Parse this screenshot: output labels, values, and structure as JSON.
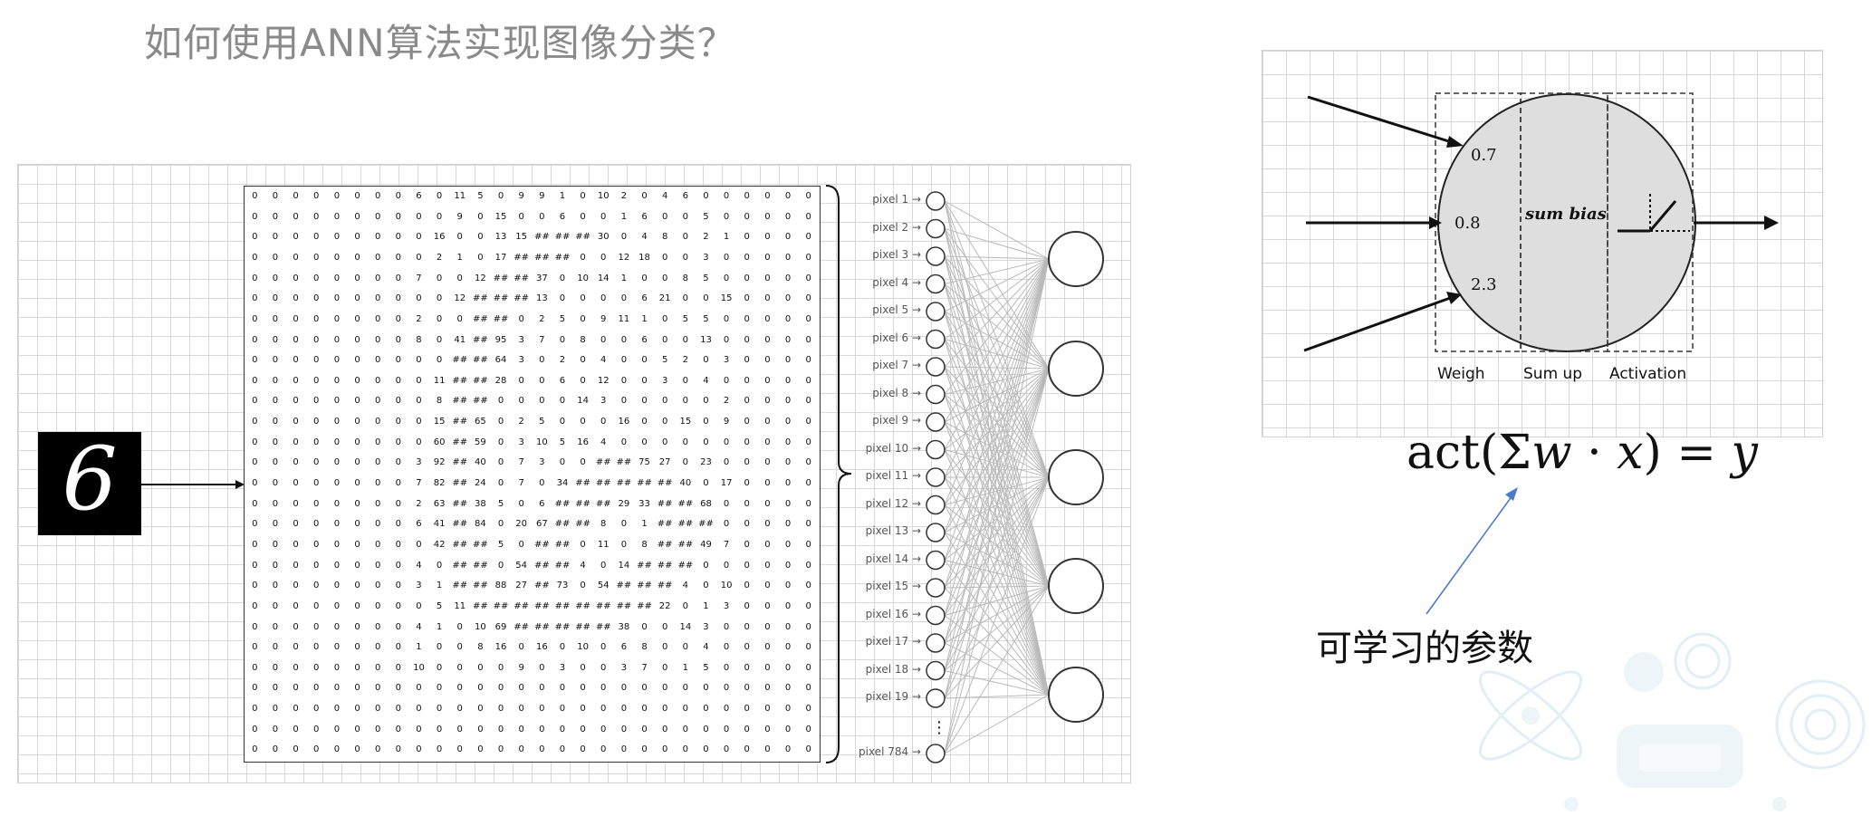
{
  "title": "如何使用ANN算法实现图像分类？",
  "digit_label": "6",
  "matrix_rows": [
    [
      "0",
      "0",
      "0",
      "0",
      "0",
      "0",
      "0",
      "0",
      "6",
      "0",
      "11",
      "5",
      "0",
      "9",
      "9",
      "1",
      "0",
      "10",
      "2",
      "0",
      "4",
      "6",
      "0",
      "0",
      "0",
      "0",
      "0",
      "0"
    ],
    [
      "0",
      "0",
      "0",
      "0",
      "0",
      "0",
      "0",
      "0",
      "0",
      "0",
      "9",
      "0",
      "15",
      "0",
      "0",
      "6",
      "0",
      "0",
      "1",
      "6",
      "0",
      "0",
      "5",
      "0",
      "0",
      "0",
      "0",
      "0"
    ],
    [
      "0",
      "0",
      "0",
      "0",
      "0",
      "0",
      "0",
      "0",
      "0",
      "16",
      "0",
      "0",
      "13",
      "15",
      "##",
      "##",
      "##",
      "30",
      "0",
      "4",
      "8",
      "0",
      "2",
      "1",
      "0",
      "0",
      "0",
      "0"
    ],
    [
      "0",
      "0",
      "0",
      "0",
      "0",
      "0",
      "0",
      "0",
      "0",
      "2",
      "1",
      "0",
      "17",
      "##",
      "##",
      "##",
      "0",
      "0",
      "12",
      "18",
      "0",
      "0",
      "3",
      "0",
      "0",
      "0",
      "0",
      "0"
    ],
    [
      "0",
      "0",
      "0",
      "0",
      "0",
      "0",
      "0",
      "0",
      "7",
      "0",
      "0",
      "12",
      "##",
      "##",
      "37",
      "0",
      "10",
      "14",
      "1",
      "0",
      "0",
      "8",
      "5",
      "0",
      "0",
      "0",
      "0",
      "0"
    ],
    [
      "0",
      "0",
      "0",
      "0",
      "0",
      "0",
      "0",
      "0",
      "0",
      "0",
      "12",
      "##",
      "##",
      "##",
      "13",
      "0",
      "0",
      "0",
      "0",
      "6",
      "21",
      "0",
      "0",
      "15",
      "0",
      "0",
      "0",
      "0"
    ],
    [
      "0",
      "0",
      "0",
      "0",
      "0",
      "0",
      "0",
      "0",
      "2",
      "0",
      "0",
      "##",
      "##",
      "0",
      "2",
      "5",
      "0",
      "9",
      "11",
      "1",
      "0",
      "5",
      "5",
      "0",
      "0",
      "0",
      "0",
      "0"
    ],
    [
      "0",
      "0",
      "0",
      "0",
      "0",
      "0",
      "0",
      "0",
      "8",
      "0",
      "41",
      "##",
      "95",
      "3",
      "7",
      "0",
      "8",
      "0",
      "0",
      "6",
      "0",
      "0",
      "13",
      "0",
      "0",
      "0",
      "0",
      "0"
    ],
    [
      "0",
      "0",
      "0",
      "0",
      "0",
      "0",
      "0",
      "0",
      "0",
      "0",
      "##",
      "##",
      "64",
      "3",
      "0",
      "2",
      "0",
      "4",
      "0",
      "0",
      "5",
      "2",
      "0",
      "3",
      "0",
      "0",
      "0",
      "0"
    ],
    [
      "0",
      "0",
      "0",
      "0",
      "0",
      "0",
      "0",
      "0",
      "0",
      "11",
      "##",
      "##",
      "28",
      "0",
      "0",
      "6",
      "0",
      "12",
      "0",
      "0",
      "3",
      "0",
      "4",
      "0",
      "0",
      "0",
      "0",
      "0"
    ],
    [
      "0",
      "0",
      "0",
      "0",
      "0",
      "0",
      "0",
      "0",
      "0",
      "8",
      "##",
      "##",
      "0",
      "0",
      "0",
      "0",
      "14",
      "3",
      "0",
      "0",
      "0",
      "0",
      "0",
      "2",
      "0",
      "0",
      "0",
      "0"
    ],
    [
      "0",
      "0",
      "0",
      "0",
      "0",
      "0",
      "0",
      "0",
      "0",
      "15",
      "##",
      "65",
      "0",
      "2",
      "5",
      "0",
      "0",
      "0",
      "16",
      "0",
      "0",
      "15",
      "0",
      "9",
      "0",
      "0",
      "0",
      "0"
    ],
    [
      "0",
      "0",
      "0",
      "0",
      "0",
      "0",
      "0",
      "0",
      "0",
      "60",
      "##",
      "59",
      "0",
      "3",
      "10",
      "5",
      "16",
      "4",
      "0",
      "0",
      "0",
      "0",
      "0",
      "0",
      "0",
      "0",
      "0",
      "0"
    ],
    [
      "0",
      "0",
      "0",
      "0",
      "0",
      "0",
      "0",
      "0",
      "3",
      "92",
      "##",
      "40",
      "0",
      "7",
      "3",
      "0",
      "0",
      "##",
      "##",
      "75",
      "27",
      "0",
      "23",
      "0",
      "0",
      "0",
      "0",
      "0"
    ],
    [
      "0",
      "0",
      "0",
      "0",
      "0",
      "0",
      "0",
      "0",
      "7",
      "82",
      "##",
      "24",
      "0",
      "7",
      "0",
      "34",
      "##",
      "##",
      "##",
      "##",
      "##",
      "40",
      "0",
      "17",
      "0",
      "0",
      "0",
      "0"
    ],
    [
      "0",
      "0",
      "0",
      "0",
      "0",
      "0",
      "0",
      "0",
      "2",
      "63",
      "##",
      "38",
      "5",
      "0",
      "6",
      "##",
      "##",
      "##",
      "29",
      "33",
      "##",
      "##",
      "68",
      "0",
      "0",
      "0",
      "0",
      "0"
    ],
    [
      "0",
      "0",
      "0",
      "0",
      "0",
      "0",
      "0",
      "0",
      "6",
      "41",
      "##",
      "84",
      "0",
      "20",
      "67",
      "##",
      "##",
      "8",
      "0",
      "1",
      "##",
      "##",
      "##",
      "0",
      "0",
      "0",
      "0",
      "0"
    ],
    [
      "0",
      "0",
      "0",
      "0",
      "0",
      "0",
      "0",
      "0",
      "0",
      "42",
      "##",
      "##",
      "5",
      "0",
      "##",
      "##",
      "0",
      "11",
      "0",
      "8",
      "##",
      "##",
      "49",
      "7",
      "0",
      "0",
      "0",
      "0"
    ],
    [
      "0",
      "0",
      "0",
      "0",
      "0",
      "0",
      "0",
      "0",
      "4",
      "0",
      "##",
      "##",
      "0",
      "54",
      "##",
      "##",
      "4",
      "0",
      "14",
      "##",
      "##",
      "##",
      "0",
      "0",
      "0",
      "0",
      "0",
      "0"
    ],
    [
      "0",
      "0",
      "0",
      "0",
      "0",
      "0",
      "0",
      "0",
      "3",
      "1",
      "##",
      "##",
      "88",
      "27",
      "##",
      "73",
      "0",
      "54",
      "##",
      "##",
      "##",
      "4",
      "0",
      "10",
      "0",
      "0",
      "0",
      "0"
    ],
    [
      "0",
      "0",
      "0",
      "0",
      "0",
      "0",
      "0",
      "0",
      "0",
      "5",
      "11",
      "##",
      "##",
      "##",
      "##",
      "##",
      "##",
      "##",
      "##",
      "##",
      "22",
      "0",
      "1",
      "3",
      "0",
      "0",
      "0",
      "0"
    ],
    [
      "0",
      "0",
      "0",
      "0",
      "0",
      "0",
      "0",
      "0",
      "4",
      "1",
      "0",
      "10",
      "69",
      "##",
      "##",
      "##",
      "##",
      "##",
      "38",
      "0",
      "0",
      "14",
      "3",
      "0",
      "0",
      "0",
      "0",
      "0"
    ],
    [
      "0",
      "0",
      "0",
      "0",
      "0",
      "0",
      "0",
      "0",
      "1",
      "0",
      "0",
      "8",
      "16",
      "0",
      "16",
      "0",
      "10",
      "0",
      "6",
      "8",
      "0",
      "0",
      "4",
      "0",
      "0",
      "0",
      "0",
      "0"
    ],
    [
      "0",
      "0",
      "0",
      "0",
      "0",
      "0",
      "0",
      "0",
      "10",
      "0",
      "0",
      "0",
      "0",
      "9",
      "0",
      "3",
      "0",
      "0",
      "3",
      "7",
      "0",
      "1",
      "5",
      "0",
      "0",
      "0",
      "0",
      "0"
    ],
    [
      "0",
      "0",
      "0",
      "0",
      "0",
      "0",
      "0",
      "0",
      "0",
      "0",
      "0",
      "0",
      "0",
      "0",
      "0",
      "0",
      "0",
      "0",
      "0",
      "0",
      "0",
      "0",
      "0",
      "0",
      "0",
      "0",
      "0",
      "0"
    ],
    [
      "0",
      "0",
      "0",
      "0",
      "0",
      "0",
      "0",
      "0",
      "0",
      "0",
      "0",
      "0",
      "0",
      "0",
      "0",
      "0",
      "0",
      "0",
      "0",
      "0",
      "0",
      "0",
      "0",
      "0",
      "0",
      "0",
      "0",
      "0"
    ],
    [
      "0",
      "0",
      "0",
      "0",
      "0",
      "0",
      "0",
      "0",
      "0",
      "0",
      "0",
      "0",
      "0",
      "0",
      "0",
      "0",
      "0",
      "0",
      "0",
      "0",
      "0",
      "0",
      "0",
      "0",
      "0",
      "0",
      "0",
      "0"
    ],
    [
      "0",
      "0",
      "0",
      "0",
      "0",
      "0",
      "0",
      "0",
      "0",
      "0",
      "0",
      "0",
      "0",
      "0",
      "0",
      "0",
      "0",
      "0",
      "0",
      "0",
      "0",
      "0",
      "0",
      "0",
      "0",
      "0",
      "0",
      "0"
    ]
  ],
  "pixel_labels": [
    "pixel 1 →",
    "pixel 2 →",
    "pixel 3 →",
    "pixel 4 →",
    "pixel 5 →",
    "pixel 6 →",
    "pixel 7 →",
    "pixel 8 →",
    "pixel 9 →",
    "pixel 10 →",
    "pixel 11 →",
    "pixel 12 →",
    "pixel 13 →",
    "pixel 14 →",
    "pixel 15 →",
    "pixel 16 →",
    "pixel 17 →",
    "pixel 18 →",
    "pixel 19 →",
    "⋮",
    "pixel 784 →"
  ],
  "neuron": {
    "weights": [
      "0.7",
      "0.8",
      "2.3"
    ],
    "sum_bias": "sum  bias",
    "stages": [
      "Weigh",
      "Sum up",
      "Activation"
    ]
  },
  "formula": {
    "prefix": "act(Σ",
    "w": "w",
    "dot": " · ",
    "x": "x",
    "close": ") = ",
    "y": "y"
  },
  "param_label": "可学习的参数",
  "colors": {
    "grid": "#d8d8d8",
    "neuron_fill": "#dedede",
    "arrow_blue": "#4a7cc9",
    "title": "#8a8a8a"
  }
}
